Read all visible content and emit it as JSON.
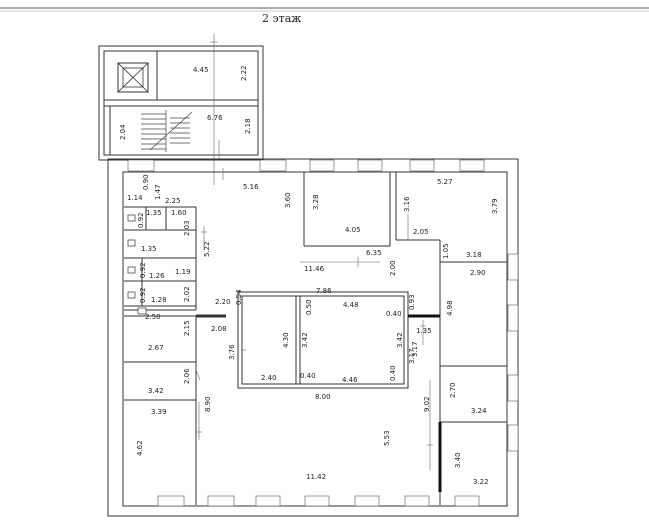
{
  "floor_title": "2 этаж",
  "labels": [
    "4.45",
    "2.22",
    "6.76",
    "2.18",
    "2.04",
    "5.16",
    "3.60",
    "3.28",
    "3.16",
    "5.27",
    "3.79",
    "0.90",
    "1.14",
    "1.47",
    "2.25",
    "1.35",
    "1.60",
    "0.92",
    "2.03",
    "5.22",
    "1.35",
    "0.92",
    "1.26",
    "1.19",
    "0.92",
    "1.28",
    "2.02",
    "4.05",
    "6.35",
    "2.05",
    "1.05",
    "3.18",
    "11.46",
    "2.00",
    "2.90",
    "3.17",
    "2.20",
    "0.54",
    "7.86",
    "4.48",
    "0.50",
    "0.93",
    "0.40",
    "4.98",
    "2.50",
    "2.15",
    "2.08",
    "1.35",
    "3.76",
    "4.30",
    "3.42",
    "3.42",
    "3.17",
    "2.67",
    "2.40",
    "0.40",
    "4.46",
    "0.40",
    "2.06",
    "3.42",
    "8.00",
    "9.02",
    "2.70",
    "3.24",
    "3.39",
    "8.90",
    "5.53",
    "4.62",
    "3.40",
    "11.42",
    "3.22"
  ]
}
